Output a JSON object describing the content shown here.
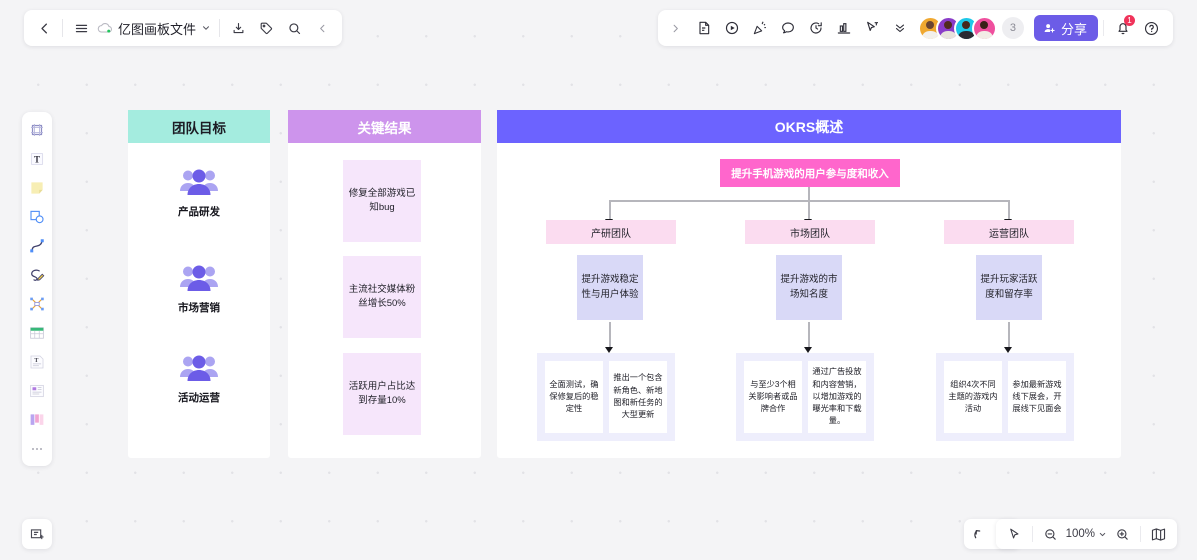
{
  "topbar_left": {
    "back_icon": "chevron-left-icon",
    "menu_icon": "hamburger-menu-icon",
    "cloud_icon": "cloud-synced-icon",
    "file_name": "亿图画板文件",
    "dropdown_icon": "chevron-down-icon",
    "export_icon": "export-download-icon",
    "tag_icon": "tag-icon",
    "search_icon": "search-icon",
    "collapse_icon": "chevron-left-small-icon"
  },
  "topbar_right": {
    "expand_icon": "chevron-right-icon",
    "tools": [
      {
        "name": "sticker-icon"
      },
      {
        "name": "play-circle-icon"
      },
      {
        "name": "celebrate-icon"
      },
      {
        "name": "comment-icon"
      },
      {
        "name": "timer-icon"
      },
      {
        "name": "vote-chart-icon"
      },
      {
        "name": "cursor-flag-icon"
      },
      {
        "name": "chevron-double-down-icon"
      }
    ],
    "avatar_count": 4,
    "avatar_overflow": "3",
    "share_icon": "add-person-icon",
    "share_label": "分享",
    "bell_icon": "bell-icon",
    "bell_badge": "1",
    "help_icon": "help-circle-icon"
  },
  "left_palette": {
    "tools": [
      {
        "name": "frame-icon"
      },
      {
        "name": "text-icon"
      },
      {
        "name": "sticky-note-icon"
      },
      {
        "name": "shapes-icon"
      },
      {
        "name": "curve-line-icon"
      },
      {
        "name": "pen-draw-icon"
      },
      {
        "name": "connector-icon"
      },
      {
        "name": "table-icon"
      },
      {
        "name": "text-box-icon"
      },
      {
        "name": "media-card-icon"
      },
      {
        "name": "kanban-icon"
      },
      {
        "name": "more-dots-icon"
      }
    ]
  },
  "bottom_bar": {
    "present_icon": "presentation-icon",
    "undo_icon": "undo-arrow-icon",
    "redo_icon": "redo-arrow-icon",
    "pointer_icon": "cursor-pointer-icon",
    "zoom_out_icon": "zoom-minus-icon",
    "zoom_level": "100%",
    "zoom_dropdown_icon": "chevron-down-icon",
    "zoom_in_icon": "zoom-plus-icon",
    "minimap_icon": "minimap-book-icon"
  },
  "canvas": {
    "panels": {
      "goals": {
        "title": "团队目标",
        "header_color": "#a4ecdf",
        "items": [
          {
            "icon": "people-group-icon",
            "label": "产品研发"
          },
          {
            "icon": "people-group-icon",
            "label": "市场营销"
          },
          {
            "icon": "people-group-icon",
            "label": "活动运营"
          }
        ]
      },
      "key_results": {
        "title": "关键结果",
        "header_color": "#cd94ec",
        "cards": [
          "修复全部游戏已知bug",
          "主流社交媒体粉丝增长50%",
          "活跃用户占比达到存量10%"
        ]
      },
      "okrs": {
        "title": "OKRS概述",
        "header_color": "#6c63ff",
        "root": {
          "label": "提升手机游戏的用户参与度和收入",
          "color": "#ff66cc"
        },
        "branches": [
          {
            "team": "产研团队",
            "objective": "提升游戏稳定性与用户体验",
            "key_results": [
              "全面测试，确保修复后的稳定性",
              "推出一个包含新角色、新地图和新任务的大型更新"
            ]
          },
          {
            "team": "市场团队",
            "objective": "提升游戏的市场知名度",
            "key_results": [
              "与至少3个相关影响者或品牌合作",
              "通过广告投放和内容营销，以增加游戏的曝光率和下载量。"
            ]
          },
          {
            "team": "运营团队",
            "objective": "提升玩家活跃度和留存率",
            "key_results": [
              "组织4次不同主题的游戏内活动",
              "参加最新游戏线下展会，开展线下见面会"
            ]
          }
        ]
      }
    }
  }
}
